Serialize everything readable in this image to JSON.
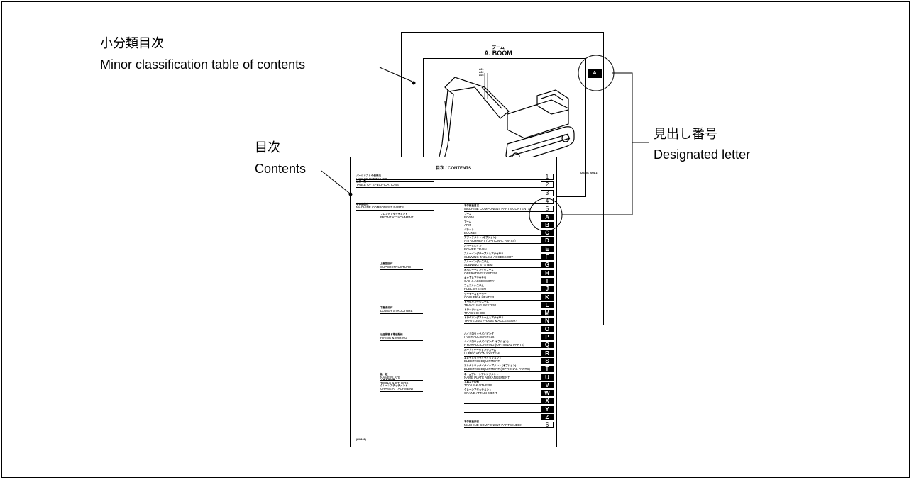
{
  "callouts": {
    "minor": {
      "jp": "小分類目次",
      "en": "Minor classification table of contents"
    },
    "contents": {
      "jp": "目次",
      "en": "Contents"
    },
    "letter": {
      "jp": "見出し番号",
      "en": "Designated letter"
    }
  },
  "back_page": {
    "title_jp": "ブーム",
    "title": "A. BOOM",
    "letter": "A",
    "code": "(201 01 0001.1)"
  },
  "front_page": {
    "title": "目次 / CONTENTS",
    "code": "(201108)",
    "left_items": [
      {
        "jp": "パーツリストの使用法",
        "en": "USE OF PARTS LIST",
        "indent": false
      },
      {
        "jp": "仕様一覧",
        "en": "TABLE OF SPECIFICATIONS",
        "indent": false
      },
      {
        "jp": "本体部品表",
        "en": "MACHINE COMPONENT PARTS",
        "indent": false
      },
      {
        "jp": "フロントアタッチメント",
        "en": "FRONT ATTACHMENT",
        "indent": true
      },
      {
        "jp": "上部旋回体",
        "en": "SUPERSTRUCTURE",
        "indent": true
      },
      {
        "jp": "下部走行体",
        "en": "LOWER STRUCTURE",
        "indent": true
      },
      {
        "jp": "油圧配管＆電装配線",
        "en": "PIPING & WIRING",
        "indent": true
      },
      {
        "jp": "銘　板",
        "en": "NAME PLATE",
        "indent": true
      },
      {
        "jp": "工具＆その他",
        "en": "TOOLS & OTHERS",
        "indent": true
      },
      {
        "jp": "クレーンアタッチメント",
        "en": "CRANE ATTACHMENT",
        "indent": true
      }
    ],
    "rows": [
      {
        "marker": "1",
        "kind": "num",
        "jp": "",
        "en": ""
      },
      {
        "marker": "2",
        "kind": "num",
        "jp": "",
        "en": ""
      },
      {
        "marker": "3",
        "kind": "num",
        "jp": "",
        "en": ""
      },
      {
        "marker": "4",
        "kind": "num",
        "jp": "",
        "en": ""
      },
      {
        "marker": "5",
        "kind": "num",
        "jp": "本体部品目次",
        "en": "MACHINE COMPONENT PARTS CONTENTS"
      },
      {
        "marker": "A",
        "kind": "letter",
        "jp": "ブーム",
        "en": "BOOM"
      },
      {
        "marker": "B",
        "kind": "letter",
        "jp": "アーム",
        "en": "ARM"
      },
      {
        "marker": "C",
        "kind": "letter",
        "jp": "バケット",
        "en": "BUCKET"
      },
      {
        "marker": "D",
        "kind": "letter",
        "jp": "アタッチメント (オプション)",
        "en": "ATTACHMENT (OPTIONAL PARTS)"
      },
      {
        "marker": "E",
        "kind": "letter",
        "jp": "パワートレイン",
        "en": "POWER TRAIN"
      },
      {
        "marker": "F",
        "kind": "letter",
        "jp": "スルーイングテーブル＆アクセサリ",
        "en": "SLEWING TABLE & ACCESSORY"
      },
      {
        "marker": "G",
        "kind": "letter",
        "jp": "スルーイングシステム",
        "en": "SLEWING SYSTEM"
      },
      {
        "marker": "H",
        "kind": "letter",
        "jp": "オペレーティングシステム",
        "en": "OPERATING SYSTEM"
      },
      {
        "marker": "I",
        "kind": "letter",
        "jp": "キャブ＆アクセサリ",
        "en": "CAB & ACCESSORY"
      },
      {
        "marker": "J",
        "kind": "letter",
        "jp": "フュエルシステム",
        "en": "FUEL SYSTEM"
      },
      {
        "marker": "K",
        "kind": "letter",
        "jp": "クーラー＆ヒーター",
        "en": "COOLER & HEATER"
      },
      {
        "marker": "L",
        "kind": "letter",
        "jp": "トラベリングシステム",
        "en": "TRAVELING SYSTEM"
      },
      {
        "marker": "M",
        "kind": "letter",
        "jp": "トラックシュー",
        "en": "TRACK SHOE"
      },
      {
        "marker": "N",
        "kind": "letter",
        "jp": "トラベリングフレーム＆アクセサリ",
        "en": "TRAVELING FRAME & ACCESSORY"
      },
      {
        "marker": "O",
        "kind": "letter",
        "jp": "",
        "en": ""
      },
      {
        "marker": "P",
        "kind": "letter",
        "jp": "ハイドロリックパイピング",
        "en": "HYDRAULIC PIPING"
      },
      {
        "marker": "Q",
        "kind": "letter",
        "jp": "ハイドロリックパイピング (オプション)",
        "en": "HYDRAULIC PIPING (OPTIONAL PARTS)"
      },
      {
        "marker": "R",
        "kind": "letter",
        "jp": "ルーブリケーションシステム",
        "en": "LUBRICATION SYSTEM"
      },
      {
        "marker": "S",
        "kind": "letter",
        "jp": "エレクトリックイクイップメント",
        "en": "ELECTRIC EQUIPMENT"
      },
      {
        "marker": "T",
        "kind": "letter",
        "jp": "エレクトリックイクイップメント (オプション)",
        "en": "ELECTRIC EQUIPMENT (OPTIONAL PARTS)"
      },
      {
        "marker": "U",
        "kind": "letter",
        "jp": "ネームプレートアレンジメント",
        "en": "NAME PLATE ARRANGEMENT"
      },
      {
        "marker": "V",
        "kind": "letter",
        "jp": "工具＆その他",
        "en": "TOOLS & OTHERS"
      },
      {
        "marker": "W",
        "kind": "letter",
        "jp": "クレーンアタッチメント",
        "en": "CRANE ATTACHMENT"
      },
      {
        "marker": "X",
        "kind": "letter",
        "jp": "",
        "en": ""
      },
      {
        "marker": "Y",
        "kind": "letter",
        "jp": "",
        "en": ""
      },
      {
        "marker": "Z",
        "kind": "letter",
        "jp": "",
        "en": ""
      },
      {
        "marker": "6",
        "kind": "num",
        "jp": "本体部品索引",
        "en": "MACHINE COMPONENT PARTS INDEX"
      }
    ]
  }
}
